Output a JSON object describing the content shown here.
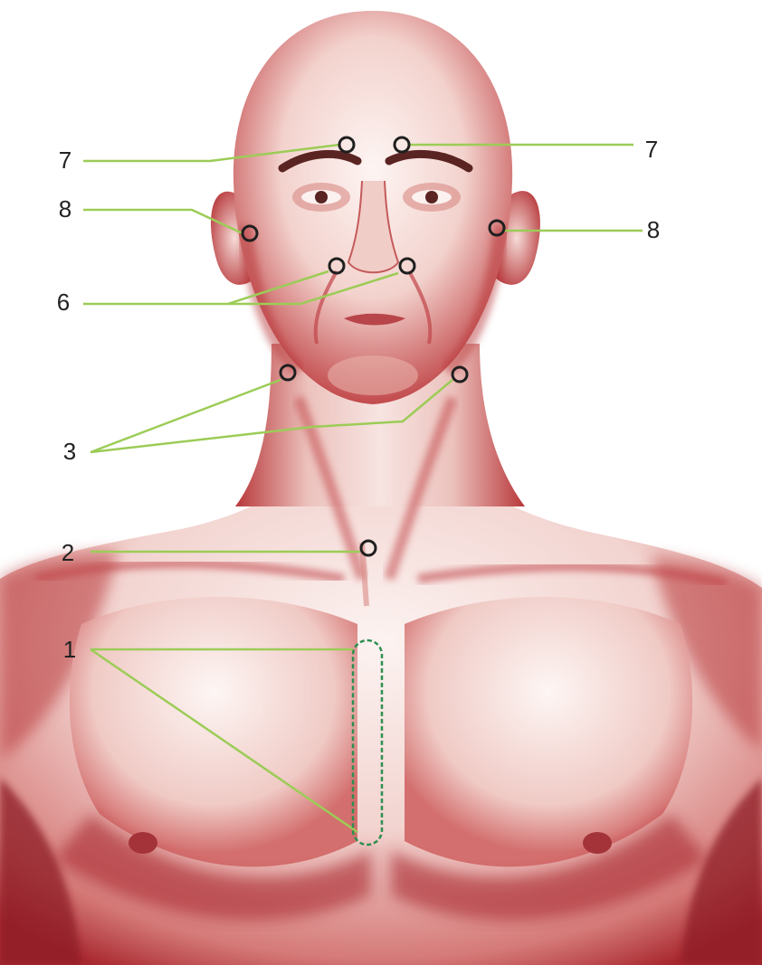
{
  "labels": {
    "sternum": "1",
    "jugular_notch": "2",
    "jaw_angle_left": "3",
    "jaw_angle_right": "3",
    "nasolabial_left": "6",
    "nasolabial_right": "6",
    "brow_left": "7",
    "brow_right": "7",
    "ear_left": "8",
    "ear_right": "8"
  },
  "colors": {
    "leader_line": "#9ccc57",
    "point_marker": "#1f1f1f",
    "sternum_zone": "#2f8f4f",
    "skin_light": "#fbf1ee",
    "skin_mid": "#e8a9a2",
    "skin_shadow": "#b8373a",
    "skin_dark": "#8e1f26"
  }
}
